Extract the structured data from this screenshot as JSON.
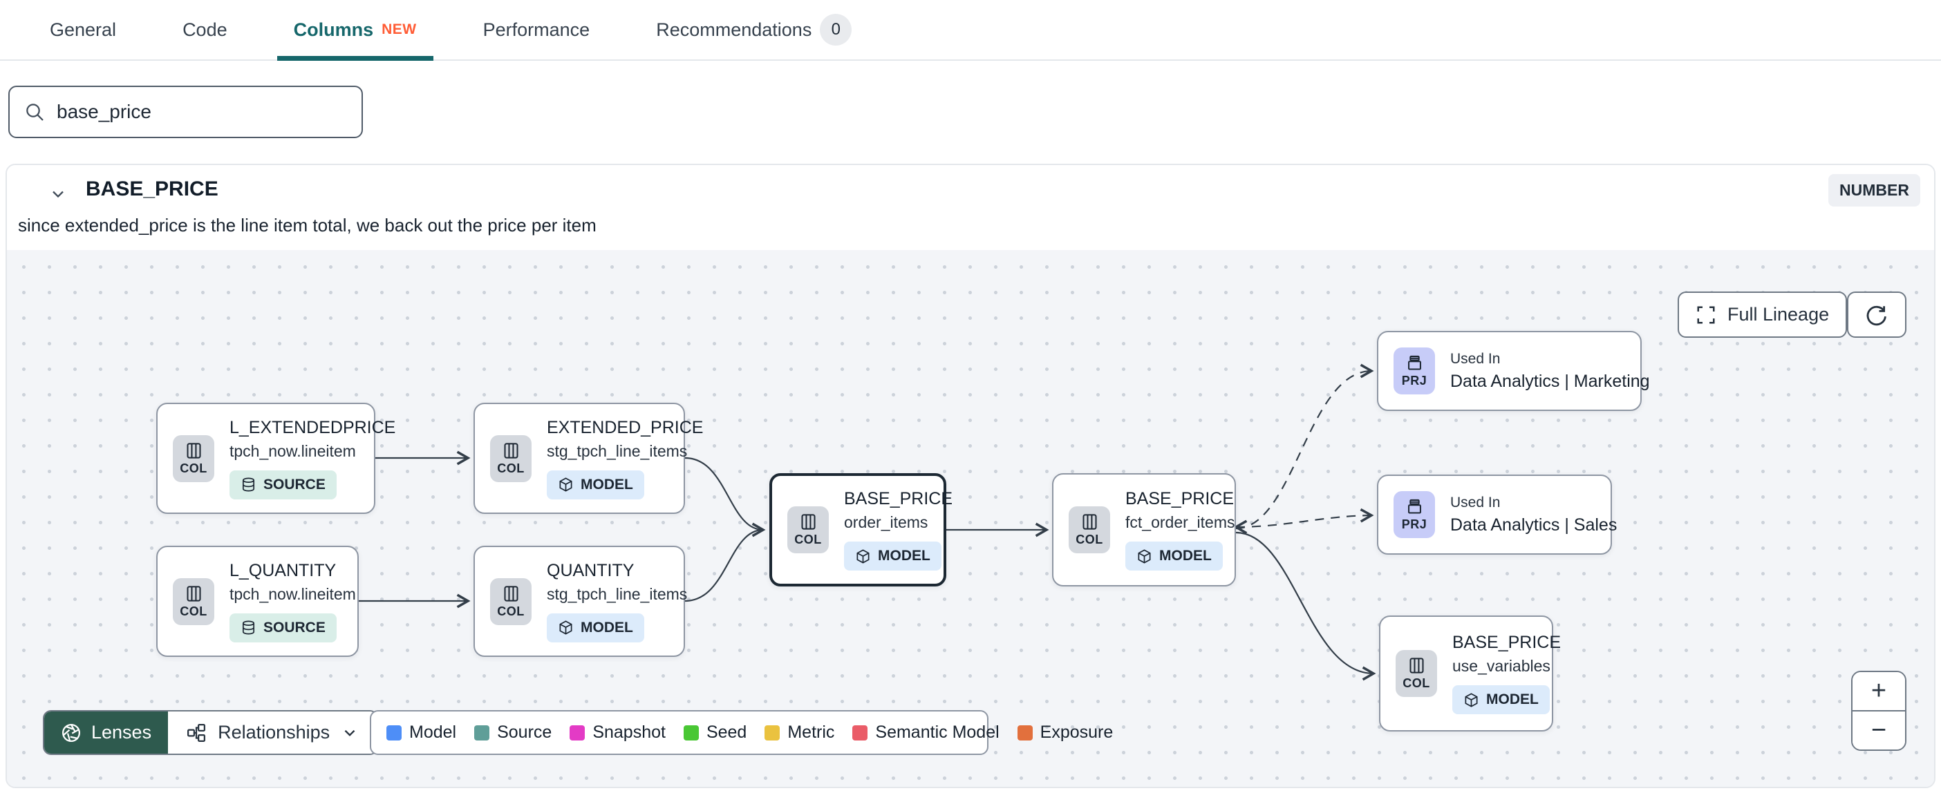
{
  "tabs": {
    "items": [
      {
        "label": "General"
      },
      {
        "label": "Code"
      },
      {
        "label": "Columns",
        "badge": "NEW"
      },
      {
        "label": "Performance"
      },
      {
        "label": "Recommendations",
        "count": "0"
      }
    ]
  },
  "search": {
    "value": "base_price"
  },
  "column_panel": {
    "name": "BASE_PRICE",
    "data_type": "NUMBER",
    "description": "since extended_price is the line item total, we back out the price per item"
  },
  "lineage": {
    "controls": {
      "full_lineage": "Full Lineage",
      "lenses": "Lenses",
      "relationships": "Relationships",
      "zoom_in": "+",
      "zoom_out": "−"
    },
    "nodes": [
      {
        "badge": "COL",
        "title": "L_EXTENDEDPRICE",
        "subtitle": "tpch_now.lineitem",
        "type": "SOURCE"
      },
      {
        "badge": "COL",
        "title": "EXTENDED_PRICE",
        "subtitle": "stg_tpch_line_items",
        "type": "MODEL"
      },
      {
        "badge": "COL",
        "title": "L_QUANTITY",
        "subtitle": "tpch_now.lineitem",
        "type": "SOURCE"
      },
      {
        "badge": "COL",
        "title": "QUANTITY",
        "subtitle": "stg_tpch_line_items",
        "type": "MODEL"
      },
      {
        "badge": "COL",
        "title": "BASE_PRICE",
        "subtitle": "order_items",
        "type": "MODEL",
        "selected": true
      },
      {
        "badge": "COL",
        "title": "BASE_PRICE",
        "subtitle": "fct_order_items",
        "type": "MODEL"
      },
      {
        "badge": "PRJ",
        "title": "Used In",
        "subtitle": "Data Analytics | Marketing"
      },
      {
        "badge": "PRJ",
        "title": "Used In",
        "subtitle": "Data Analytics | Sales"
      },
      {
        "badge": "COL",
        "title": "BASE_PRICE",
        "subtitle": "use_variables",
        "type": "MODEL"
      }
    ],
    "legend": [
      {
        "label": "Model",
        "color": "#4e8ef7"
      },
      {
        "label": "Source",
        "color": "#5f9e98"
      },
      {
        "label": "Snapshot",
        "color": "#e33bc5"
      },
      {
        "label": "Seed",
        "color": "#49c734"
      },
      {
        "label": "Metric",
        "color": "#eac23f"
      },
      {
        "label": "Semantic Model",
        "color": "#ea5c68"
      },
      {
        "label": "Exposure",
        "color": "#e2703d"
      }
    ]
  }
}
